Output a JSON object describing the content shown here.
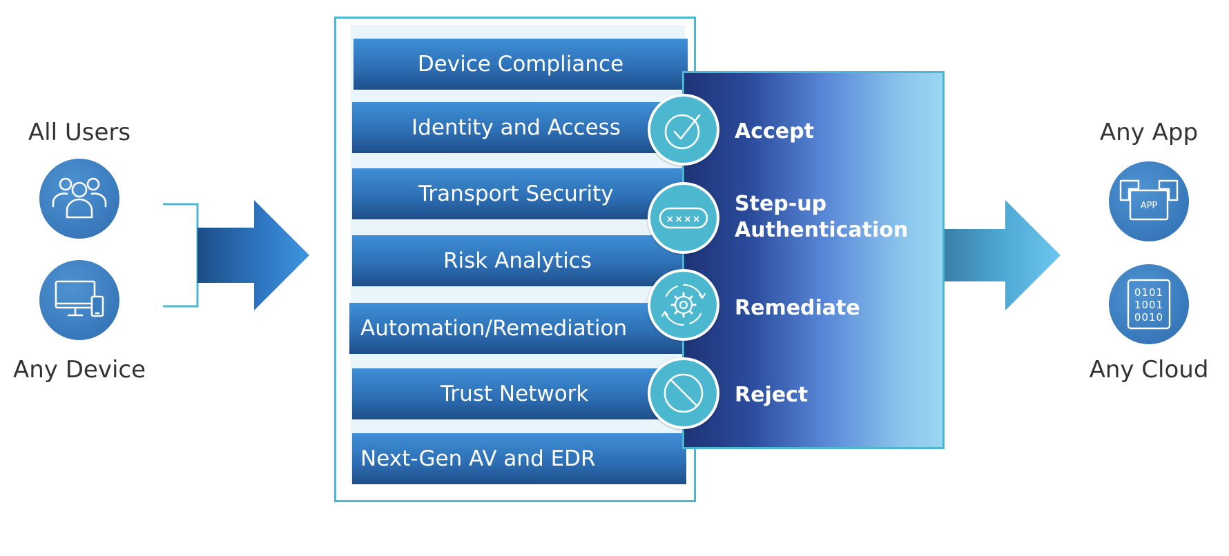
{
  "left": {
    "users_label": "All Users",
    "device_label": "Any Device"
  },
  "layers": [
    {
      "label": "Device Compliance"
    },
    {
      "label": "Identity and Access"
    },
    {
      "label": "Transport Security"
    },
    {
      "label": "Risk Analytics"
    },
    {
      "label": "Automation/Remediation"
    },
    {
      "label": "Trust Network"
    },
    {
      "label": "Next-Gen AV and EDR"
    }
  ],
  "decisions": [
    {
      "label": "Accept",
      "icon": "check-icon"
    },
    {
      "label_line1": "Step-up",
      "label_line2": "Authentication",
      "icon": "password-icon"
    },
    {
      "label": "Remediate",
      "icon": "gear-cycle-icon"
    },
    {
      "label": "Reject",
      "icon": "prohibited-icon"
    }
  ],
  "right": {
    "app_label": "Any App",
    "app_icon_text": "APP",
    "cloud_label": "Any Cloud",
    "binary_rows": [
      "0101",
      "1001",
      "0010"
    ],
    "password_mask": "××××"
  },
  "colors": {
    "accent_teal": "#4bb8cf",
    "layer_blue": "#2e70b6",
    "panel_dark": "#1e3477",
    "panel_light": "#9ad6f0",
    "text_dark": "#333333"
  }
}
